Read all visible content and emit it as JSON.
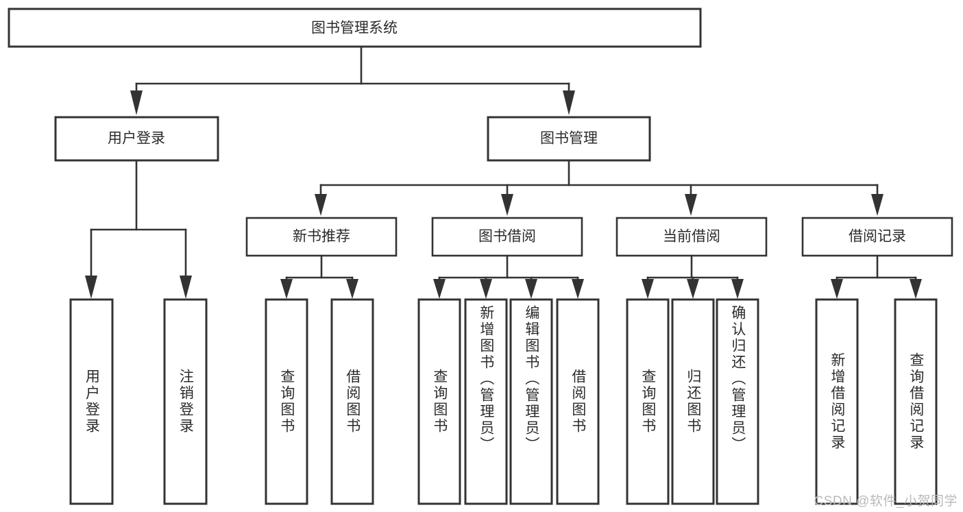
{
  "diagram": {
    "title": "图书管理系统",
    "type": "hierarchy-tree",
    "root": {
      "label": "图书管理系统"
    },
    "level2": [
      {
        "label": "用户登录"
      },
      {
        "label": "图书管理"
      }
    ],
    "level3": [
      {
        "label": "新书推荐"
      },
      {
        "label": "图书借阅"
      },
      {
        "label": "当前借阅"
      },
      {
        "label": "借阅记录"
      }
    ],
    "leaves": {
      "user_login": [
        {
          "label": "用户登录"
        },
        {
          "label": "注销登录"
        }
      ],
      "new_book_recommend": [
        {
          "label": "查询图书"
        },
        {
          "label": "借阅图书"
        }
      ],
      "book_borrow": [
        {
          "label": "查询图书"
        },
        {
          "label": "新增图书（管理员）"
        },
        {
          "label": "编辑图书（管理员）"
        },
        {
          "label": "借阅图书"
        }
      ],
      "current_borrow": [
        {
          "label": "查询图书"
        },
        {
          "label": "归还图书"
        },
        {
          "label": "确认归还（管理员）"
        }
      ],
      "borrow_record": [
        {
          "label": "新增借阅记录"
        },
        {
          "label": "查询借阅记录"
        }
      ]
    }
  },
  "watermark": {
    "text": "CSDN @软件_小贺同学"
  },
  "colors": {
    "stroke": "#333333",
    "text": "#2b2b2b",
    "background": "#ffffff",
    "watermark": "#b9b9b9"
  }
}
